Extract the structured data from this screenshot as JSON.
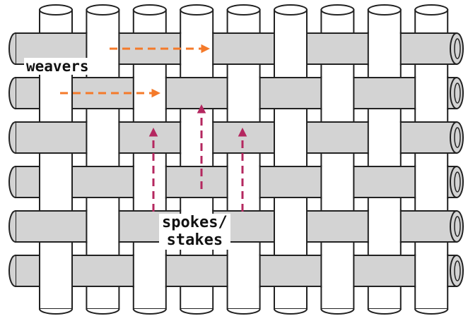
{
  "diagram": {
    "type": "plain-weave illustration",
    "spoke_count": 9,
    "weaver_count": 6,
    "colors": {
      "weaver_fill": "#d3d3d3",
      "spoke_fill": "#ffffff",
      "outline": "#222222",
      "weaver_arrow": "#f47a2a",
      "spoke_arrow": "#b4275f"
    },
    "labels": {
      "weavers": "weavers",
      "spokes_line1": "spokes/",
      "spokes_line2": "stakes"
    }
  }
}
